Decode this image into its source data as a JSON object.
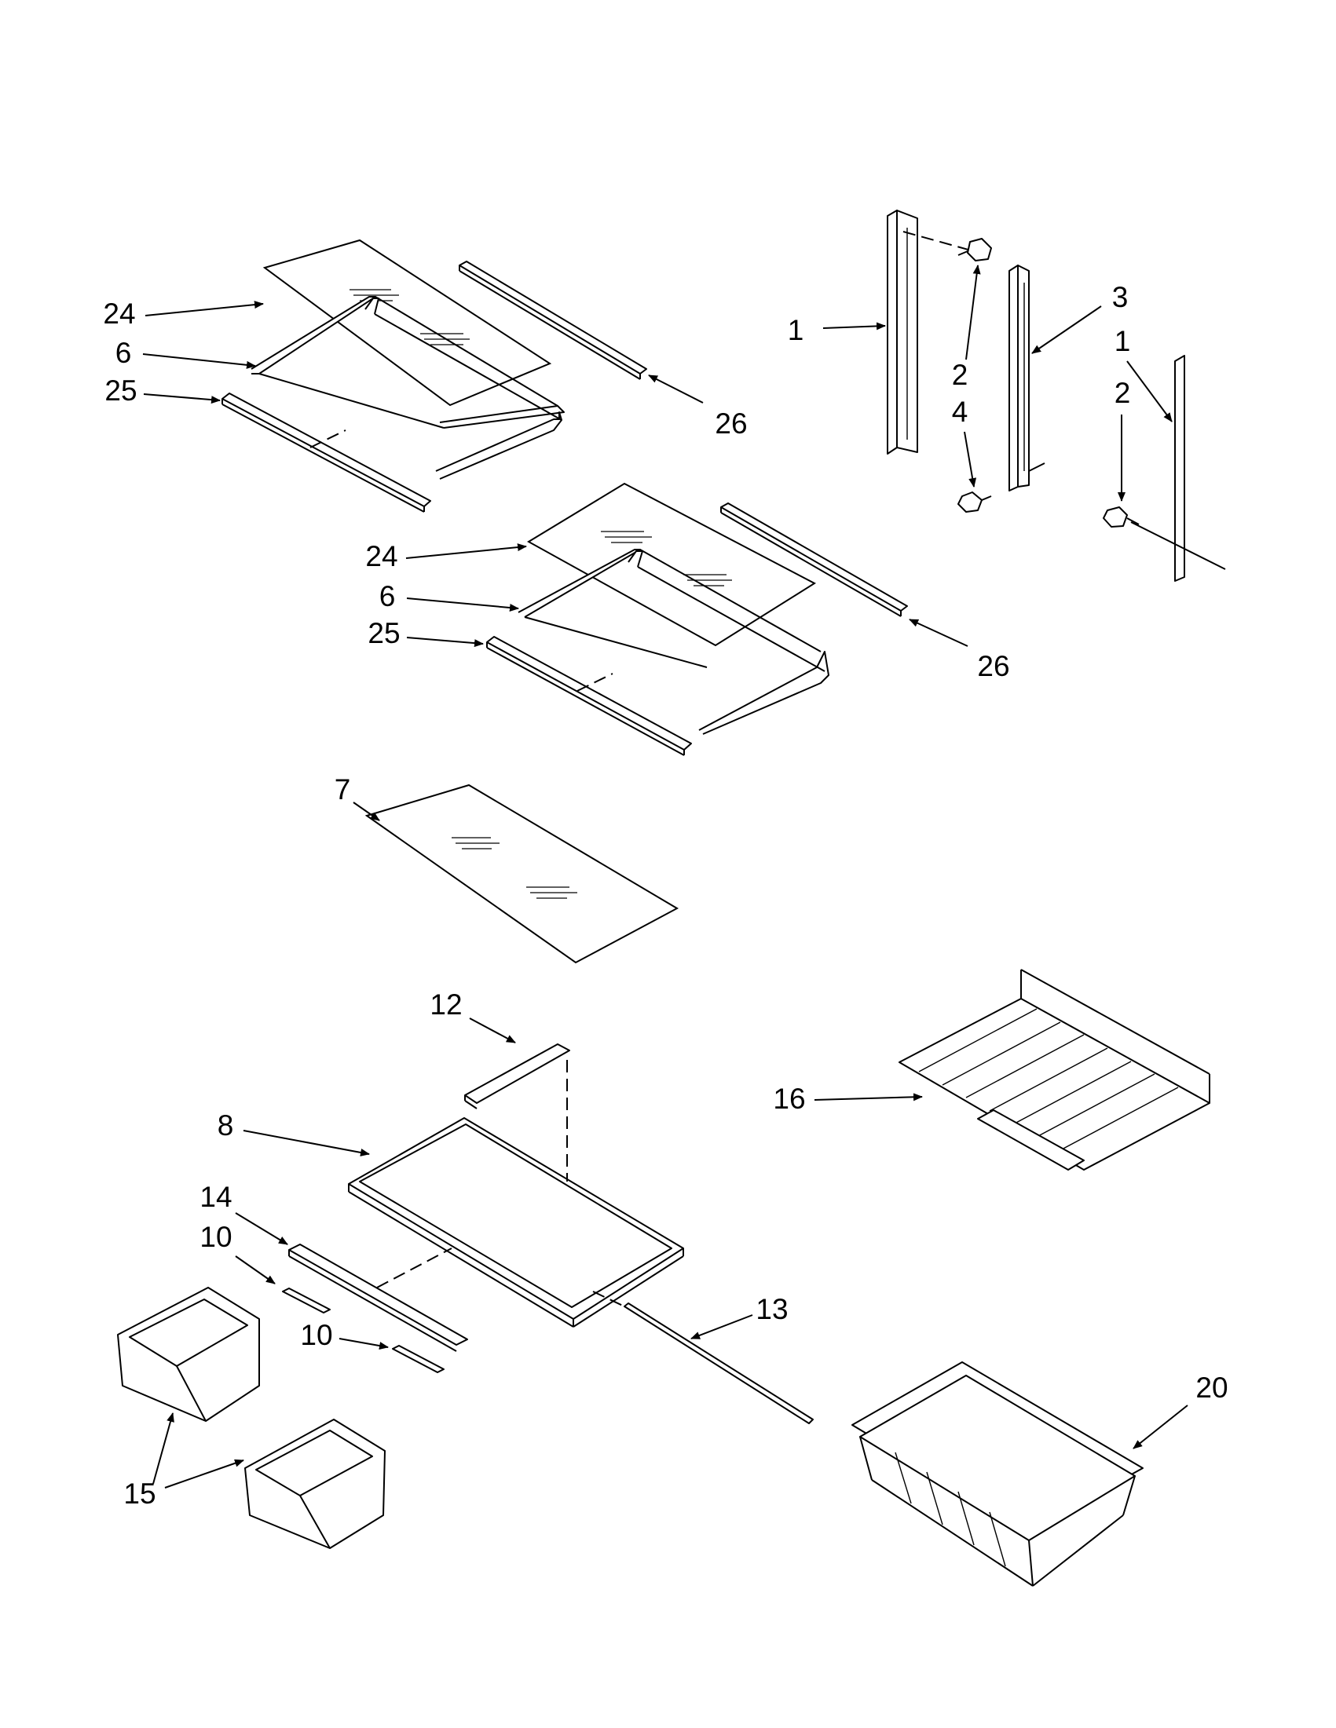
{
  "diagram": {
    "callouts": {
      "c24a": "24",
      "c6a": "6",
      "c25a": "25",
      "c26a": "26",
      "c24b": "24",
      "c6b": "6",
      "c25b": "25",
      "c26b": "26",
      "c1a": "1",
      "c2a": "2",
      "c4": "4",
      "c3": "3",
      "c1b": "1",
      "c2b": "2",
      "c7": "7",
      "c12": "12",
      "c8": "8",
      "c16": "16",
      "c14": "14",
      "c10a": "10",
      "c10b": "10",
      "c13": "13",
      "c15": "15",
      "c20": "20"
    }
  }
}
